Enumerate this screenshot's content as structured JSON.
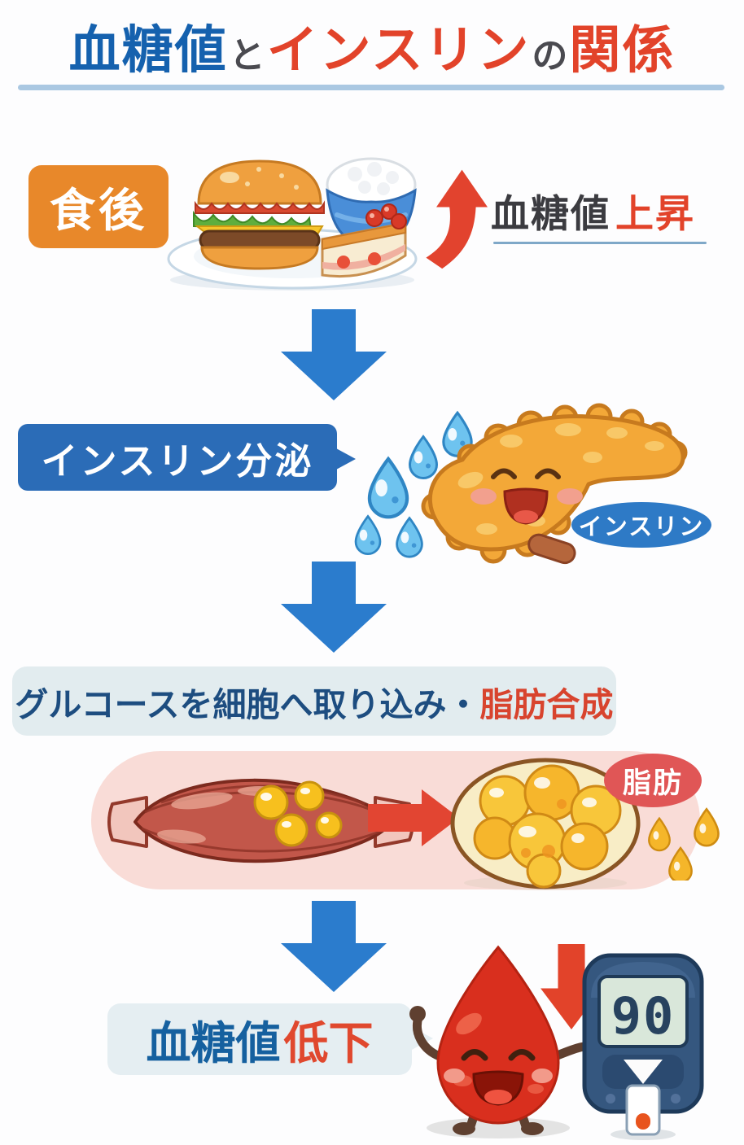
{
  "title": {
    "blood_sugar": "血糖値",
    "particle_and": "と",
    "insulin": "インスリン",
    "particle_no": "の",
    "relation": "関係"
  },
  "postmeal": {
    "badge": "食後",
    "rise_dark": "血糖値",
    "rise_red": "上昇"
  },
  "secretion": {
    "bubble": "インスリン分泌",
    "hormone": "インスリン"
  },
  "uptake": {
    "heading_main": "グルコースを細胞へ取り込み・",
    "heading_red": "脂肪合成",
    "fat_badge": "脂肪"
  },
  "lowering": {
    "label_dark": "血糖値",
    "label_red": "低下",
    "meter_value": "90"
  },
  "illustrations": {
    "meal": "meal-plate-icon",
    "rise": "red-up-arrow-icon",
    "flow": "blue-down-arrow-icon",
    "drops": "insulin-drops-icon",
    "pancreas": "pancreas-icon",
    "muscle": "muscle-icon",
    "transfer": "red-right-arrow-icon",
    "fat": "fat-cells-icon",
    "fat_drops": "fat-drops-icon",
    "blood": "blood-drop-icon",
    "drop_arrow": "red-down-arrow-icon",
    "meter": "glucose-meter-icon"
  },
  "colors": {
    "title_blue": "#1561ae",
    "accent_red": "#e2432a",
    "flow_blue": "#2b7ccd",
    "badge_orange": "#e8882a",
    "bubble_blue": "#2b6cb7",
    "fat_badge_red": "#e05656",
    "band_pink": "#f9dcd7"
  }
}
